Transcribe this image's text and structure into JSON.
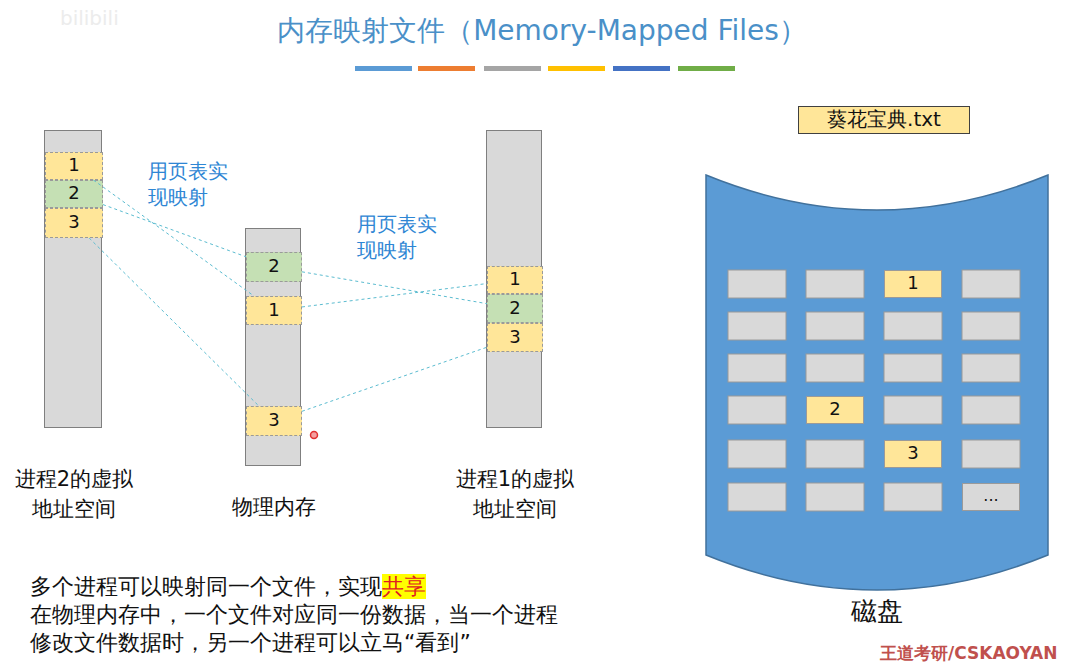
{
  "diagram": {
    "title": "内存映射文件（Memory-Mapped Files）",
    "nodes": [
      {
        "text": [
          "进程2的虚拟 地址空间"
        ]
      },
      {
        "text": [
          "1"
        ],
        "in": 0
      },
      {
        "text": [
          "2"
        ],
        "in": 0
      },
      {
        "text": [
          "3"
        ],
        "in": 0
      },
      {
        "text": [
          "物理内存"
        ]
      },
      {
        "text": [
          "2"
        ],
        "in": 4
      },
      {
        "text": [
          "1"
        ],
        "in": 4
      },
      {
        "text": [
          "3"
        ],
        "in": 4
      },
      {
        "text": [
          "进程1的虚拟 地址空间"
        ]
      },
      {
        "text": [
          "1"
        ],
        "in": 8
      },
      {
        "text": [
          "2"
        ],
        "in": 8
      },
      {
        "text": [
          "3"
        ],
        "in": 8
      },
      {
        "text": [
          "葵花宝典.txt"
        ]
      },
      {
        "text": [
          "磁盘"
        ]
      },
      {
        "text": [
          "1"
        ],
        "in": 13
      },
      {
        "text": [
          "2"
        ],
        "in": 13
      },
      {
        "text": [
          "3"
        ],
        "in": 13
      },
      {
        "text": [
          "..."
        ],
        "in": 13
      }
    ],
    "edges": [
      {
        "from": 1,
        "to": 6,
        "arrow": "none"
      },
      {
        "from": 2,
        "to": 5,
        "arrow": "none"
      },
      {
        "from": 3,
        "to": 7,
        "arrow": "none"
      },
      {
        "from": 5,
        "to": 10,
        "arrow": "none"
      },
      {
        "from": 6,
        "to": 9,
        "arrow": "none"
      },
      {
        "from": 7,
        "to": 11,
        "arrow": "none"
      }
    ],
    "labels": [
      "bilibili",
      "用页表实 现映射",
      "用页表实 现映射",
      "多个进程可以映射同一个文件，实现",
      "共享",
      "在物理内存中，一个文件对应同一份数据，当一个进程 修改文件数据时，另一个进程可以立马“看到”",
      "王道考研/CSKAOYAN"
    ]
  }
}
